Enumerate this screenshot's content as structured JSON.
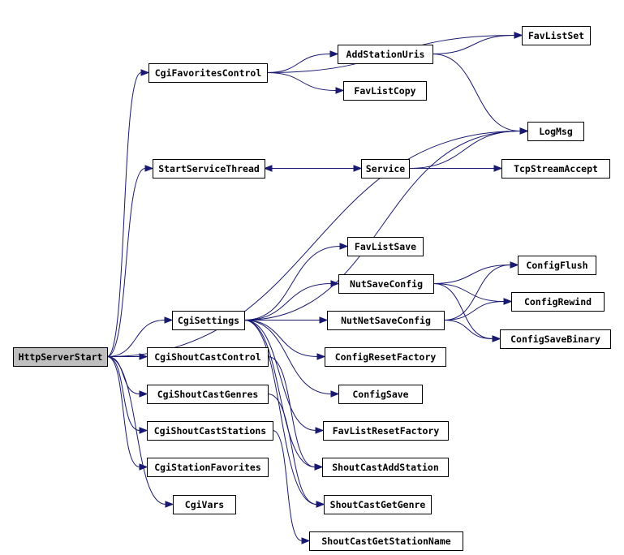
{
  "diagram": {
    "nodes": [
      {
        "id": "HttpServerStart",
        "label": "HttpServerStart",
        "root": true
      },
      {
        "id": "CgiFavoritesControl",
        "label": "CgiFavoritesControl"
      },
      {
        "id": "AddStationUris",
        "label": "AddStationUris"
      },
      {
        "id": "FavListSet",
        "label": "FavListSet"
      },
      {
        "id": "FavListCopy",
        "label": "FavListCopy"
      },
      {
        "id": "LogMsg",
        "label": "LogMsg"
      },
      {
        "id": "StartServiceThread",
        "label": "StartServiceThread"
      },
      {
        "id": "Service",
        "label": "Service"
      },
      {
        "id": "TcpStreamAccept",
        "label": "TcpStreamAccept"
      },
      {
        "id": "FavListSave",
        "label": "FavListSave"
      },
      {
        "id": "NutSaveConfig",
        "label": "NutSaveConfig"
      },
      {
        "id": "ConfigFlush",
        "label": "ConfigFlush"
      },
      {
        "id": "CgiSettings",
        "label": "CgiSettings"
      },
      {
        "id": "NutNetSaveConfig",
        "label": "NutNetSaveConfig"
      },
      {
        "id": "ConfigRewind",
        "label": "ConfigRewind"
      },
      {
        "id": "ConfigSaveBinary",
        "label": "ConfigSaveBinary"
      },
      {
        "id": "CgiShoutCastControl",
        "label": "CgiShoutCastControl"
      },
      {
        "id": "ConfigResetFactory",
        "label": "ConfigResetFactory"
      },
      {
        "id": "CgiShoutCastGenres",
        "label": "CgiShoutCastGenres"
      },
      {
        "id": "ConfigSave",
        "label": "ConfigSave"
      },
      {
        "id": "CgiShoutCastStations",
        "label": "CgiShoutCastStations"
      },
      {
        "id": "FavListResetFactory",
        "label": "FavListResetFactory"
      },
      {
        "id": "CgiStationFavorites",
        "label": "CgiStationFavorites"
      },
      {
        "id": "ShoutCastAddStation",
        "label": "ShoutCastAddStation"
      },
      {
        "id": "CgiVars",
        "label": "CgiVars"
      },
      {
        "id": "ShoutCastGetGenre",
        "label": "ShoutCastGetGenre"
      },
      {
        "id": "ShoutCastGetStationName",
        "label": "ShoutCastGetStationName"
      }
    ],
    "edges": [
      {
        "from": "HttpServerStart",
        "to": "CgiFavoritesControl"
      },
      {
        "from": "HttpServerStart",
        "to": "LogMsg"
      },
      {
        "from": "HttpServerStart",
        "to": "StartServiceThread"
      },
      {
        "from": "HttpServerStart",
        "to": "CgiSettings"
      },
      {
        "from": "HttpServerStart",
        "to": "CgiShoutCastControl"
      },
      {
        "from": "HttpServerStart",
        "to": "CgiShoutCastGenres"
      },
      {
        "from": "HttpServerStart",
        "to": "CgiShoutCastStations"
      },
      {
        "from": "HttpServerStart",
        "to": "CgiStationFavorites"
      },
      {
        "from": "HttpServerStart",
        "to": "CgiVars"
      },
      {
        "from": "CgiFavoritesControl",
        "to": "AddStationUris"
      },
      {
        "from": "CgiFavoritesControl",
        "to": "FavListSet"
      },
      {
        "from": "CgiFavoritesControl",
        "to": "FavListCopy"
      },
      {
        "from": "AddStationUris",
        "to": "FavListSet"
      },
      {
        "from": "AddStationUris",
        "to": "LogMsg"
      },
      {
        "from": "StartServiceThread",
        "to": "Service"
      },
      {
        "from": "Service",
        "to": "StartServiceThread"
      },
      {
        "from": "Service",
        "to": "LogMsg"
      },
      {
        "from": "Service",
        "to": "TcpStreamAccept"
      },
      {
        "from": "CgiSettings",
        "to": "LogMsg"
      },
      {
        "from": "CgiSettings",
        "to": "FavListSave"
      },
      {
        "from": "CgiSettings",
        "to": "NutSaveConfig"
      },
      {
        "from": "CgiSettings",
        "to": "NutNetSaveConfig"
      },
      {
        "from": "CgiSettings",
        "to": "ConfigResetFactory"
      },
      {
        "from": "CgiSettings",
        "to": "ConfigSave"
      },
      {
        "from": "CgiSettings",
        "to": "FavListResetFactory"
      },
      {
        "from": "CgiSettings",
        "to": "ShoutCastAddStation"
      },
      {
        "from": "CgiSettings",
        "to": "ShoutCastGetGenre"
      },
      {
        "from": "NutSaveConfig",
        "to": "ConfigFlush"
      },
      {
        "from": "NutSaveConfig",
        "to": "ConfigRewind"
      },
      {
        "from": "NutSaveConfig",
        "to": "ConfigSaveBinary"
      },
      {
        "from": "NutNetSaveConfig",
        "to": "ConfigFlush"
      },
      {
        "from": "NutNetSaveConfig",
        "to": "ConfigRewind"
      },
      {
        "from": "NutNetSaveConfig",
        "to": "ConfigSaveBinary"
      },
      {
        "from": "CgiShoutCastControl",
        "to": "ShoutCastAddStation"
      },
      {
        "from": "CgiShoutCastGenres",
        "to": "ShoutCastGetGenre"
      },
      {
        "from": "CgiShoutCastStations",
        "to": "ShoutCastGetStationName"
      }
    ]
  }
}
